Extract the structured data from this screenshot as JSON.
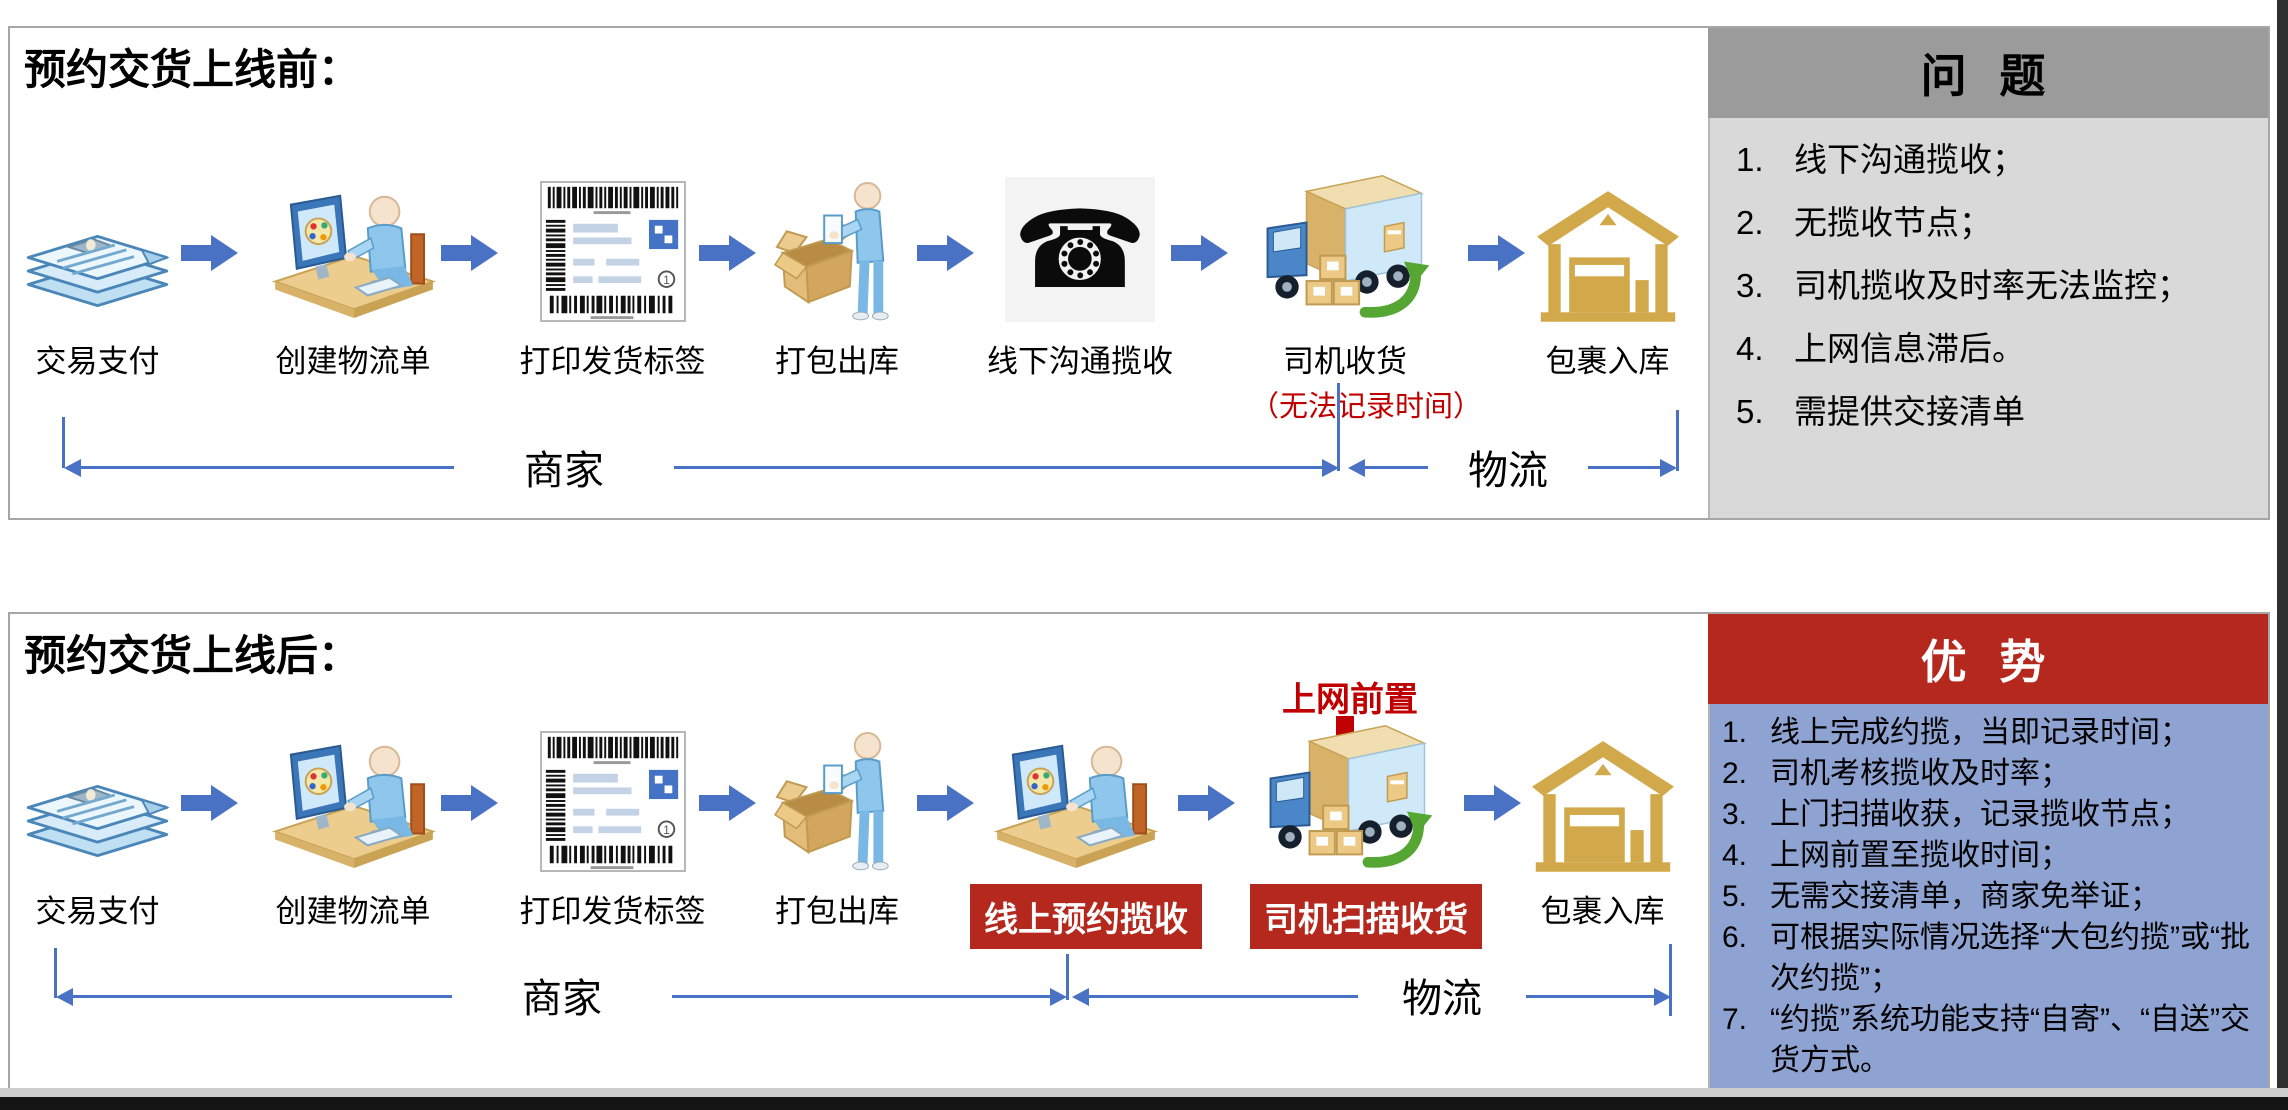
{
  "colors": {
    "arrow_blue": "#4a72c4",
    "badge_red": "#b5281e",
    "accent_red": "#c00000",
    "problems_header_bg": "#9b9b9b",
    "problems_body_bg": "#d9d9d9",
    "advantages_header_bg": "#b5281e",
    "advantages_body_bg": "#8fa3d2",
    "panel_border": "#a6a6a6",
    "warehouse_gold": "#d2a94a"
  },
  "icons": {
    "telephone_glyph": "☎"
  },
  "before": {
    "title": "预约交货上线前：",
    "steps": [
      {
        "label": "交易支付",
        "icon": "documents-icon"
      },
      {
        "label": "创建物流单",
        "icon": "operator-at-computer-icon"
      },
      {
        "label": "打印发货标签",
        "icon": "shipping-label-icon"
      },
      {
        "label": "打包出库",
        "icon": "packing-box-icon"
      },
      {
        "label": "线下沟通揽收",
        "icon": "telephone-icon"
      },
      {
        "label": "司机收货",
        "sublabel": "（无法记录时间）",
        "icon": "delivery-truck-icon"
      },
      {
        "label": "包裹入库",
        "icon": "warehouse-icon"
      }
    ],
    "merchant_label": "商家",
    "logistics_label": "物流",
    "problems": {
      "title": "问 题",
      "items": [
        "线下沟通揽收；",
        "无揽收节点；",
        "司机揽收及时率无法监控；",
        "上网信息滞后。",
        "需提供交接清单"
      ]
    }
  },
  "after": {
    "title": "预约交货上线后：",
    "annotation": "上网前置",
    "steps": [
      {
        "label": "交易支付",
        "icon": "documents-icon"
      },
      {
        "label": "创建物流单",
        "icon": "operator-at-computer-icon"
      },
      {
        "label": "打印发货标签",
        "icon": "shipping-label-icon"
      },
      {
        "label": "打包出库",
        "icon": "packing-box-icon"
      },
      {
        "label": "线上预约揽收",
        "badge": true,
        "icon": "operator-at-computer-icon"
      },
      {
        "label": "司机扫描收货",
        "badge": true,
        "icon": "delivery-truck-icon"
      },
      {
        "label": "包裹入库",
        "icon": "warehouse-icon"
      }
    ],
    "merchant_label": "商家",
    "logistics_label": "物流",
    "advantages": {
      "title": "优 势",
      "items": [
        "线上完成约揽，当即记录时间；",
        "司机考核揽收及时率；",
        "上门扫描收获，记录揽收节点；",
        "上网前置至揽收时间；",
        "无需交接清单，商家免举证；",
        "可根据实际情况选择“大包约揽”或“批次约揽”；",
        "“约揽”系统功能支持“自寄”、“自送”交货方式。"
      ]
    }
  }
}
